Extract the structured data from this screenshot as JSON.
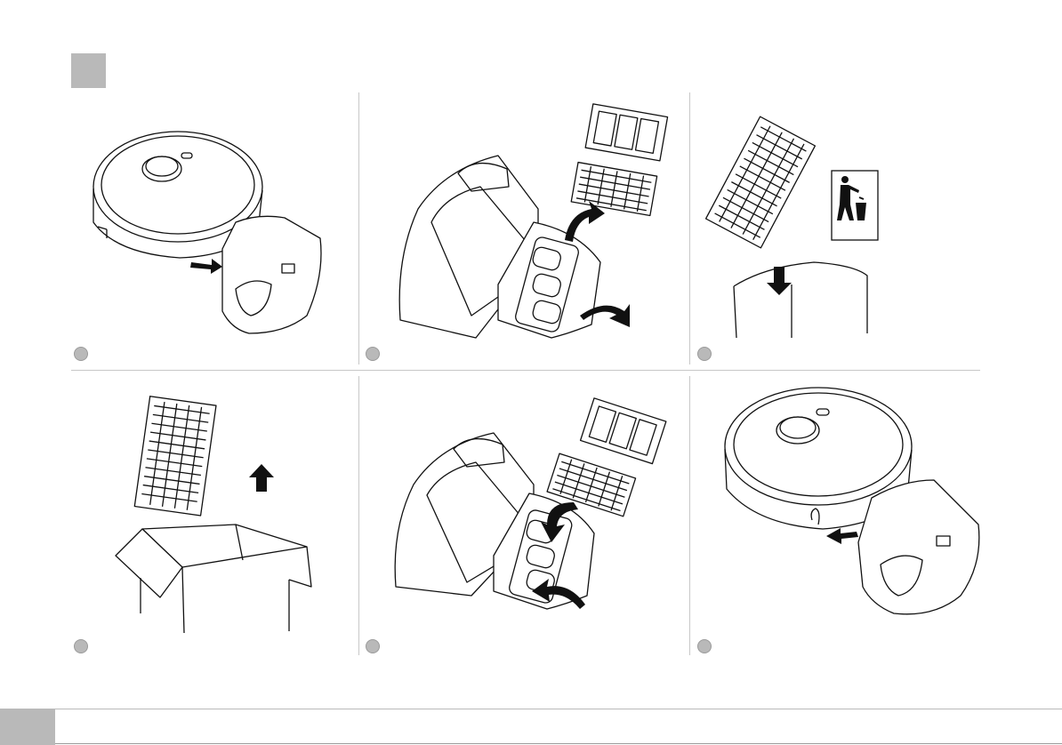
{
  "page": {
    "section_marker": "",
    "page_number": ""
  },
  "steps": [
    {
      "id": 1,
      "number": "",
      "description": "remove-dustbin-from-robot"
    },
    {
      "id": 2,
      "number": "",
      "description": "open-dustbin-remove-filter"
    },
    {
      "id": 3,
      "number": "",
      "description": "dispose-old-filter"
    },
    {
      "id": 4,
      "number": "",
      "description": "take-new-filter-from-box"
    },
    {
      "id": 5,
      "number": "",
      "description": "insert-new-filter"
    },
    {
      "id": 6,
      "number": "",
      "description": "reinsert-dustbin-into-robot"
    }
  ],
  "icons": {
    "arrow": "arrow-icon",
    "trash_symbol": "dispose-in-bin-icon"
  },
  "colors": {
    "marker_gray": "#b9b9b9",
    "line_black": "#111111",
    "divider": "#c8c8c8"
  }
}
